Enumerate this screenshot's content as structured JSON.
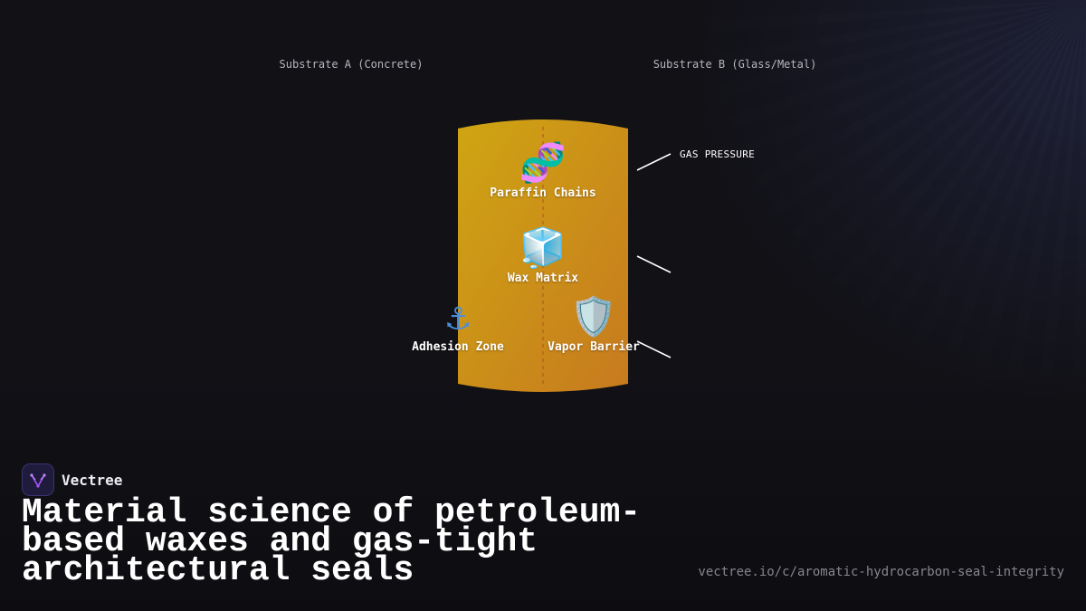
{
  "substrates": {
    "a": "Substrate A (Concrete)",
    "b": "Substrate B (Glass/Metal)"
  },
  "seal": {
    "fill_top": "#cfa512",
    "fill_bottom": "#c77a1f",
    "components": {
      "paraffin": {
        "icon": "dna-icon",
        "glyph": "🧬",
        "label": "Paraffin Chains"
      },
      "wax": {
        "icon": "ice-cube-icon",
        "glyph": "🧊",
        "label": "Wax Matrix"
      },
      "adhesion": {
        "icon": "anchor-icon",
        "glyph": "⚓",
        "label": "Adhesion Zone"
      },
      "vapor": {
        "icon": "shield-icon",
        "glyph": "🛡️",
        "label": "Vapor Barrier"
      }
    }
  },
  "pressure": {
    "label": "GAS PRESSURE",
    "arrow_count": 3
  },
  "brand": {
    "name": "Vectree",
    "logo_icon": "vectree-logo-icon",
    "accent": "#a855f7"
  },
  "title": "Material science of petroleum-based waxes and gas-tight architectural seals",
  "url": "vectree.io/c/aromatic-hydrocarbon-seal-integrity"
}
